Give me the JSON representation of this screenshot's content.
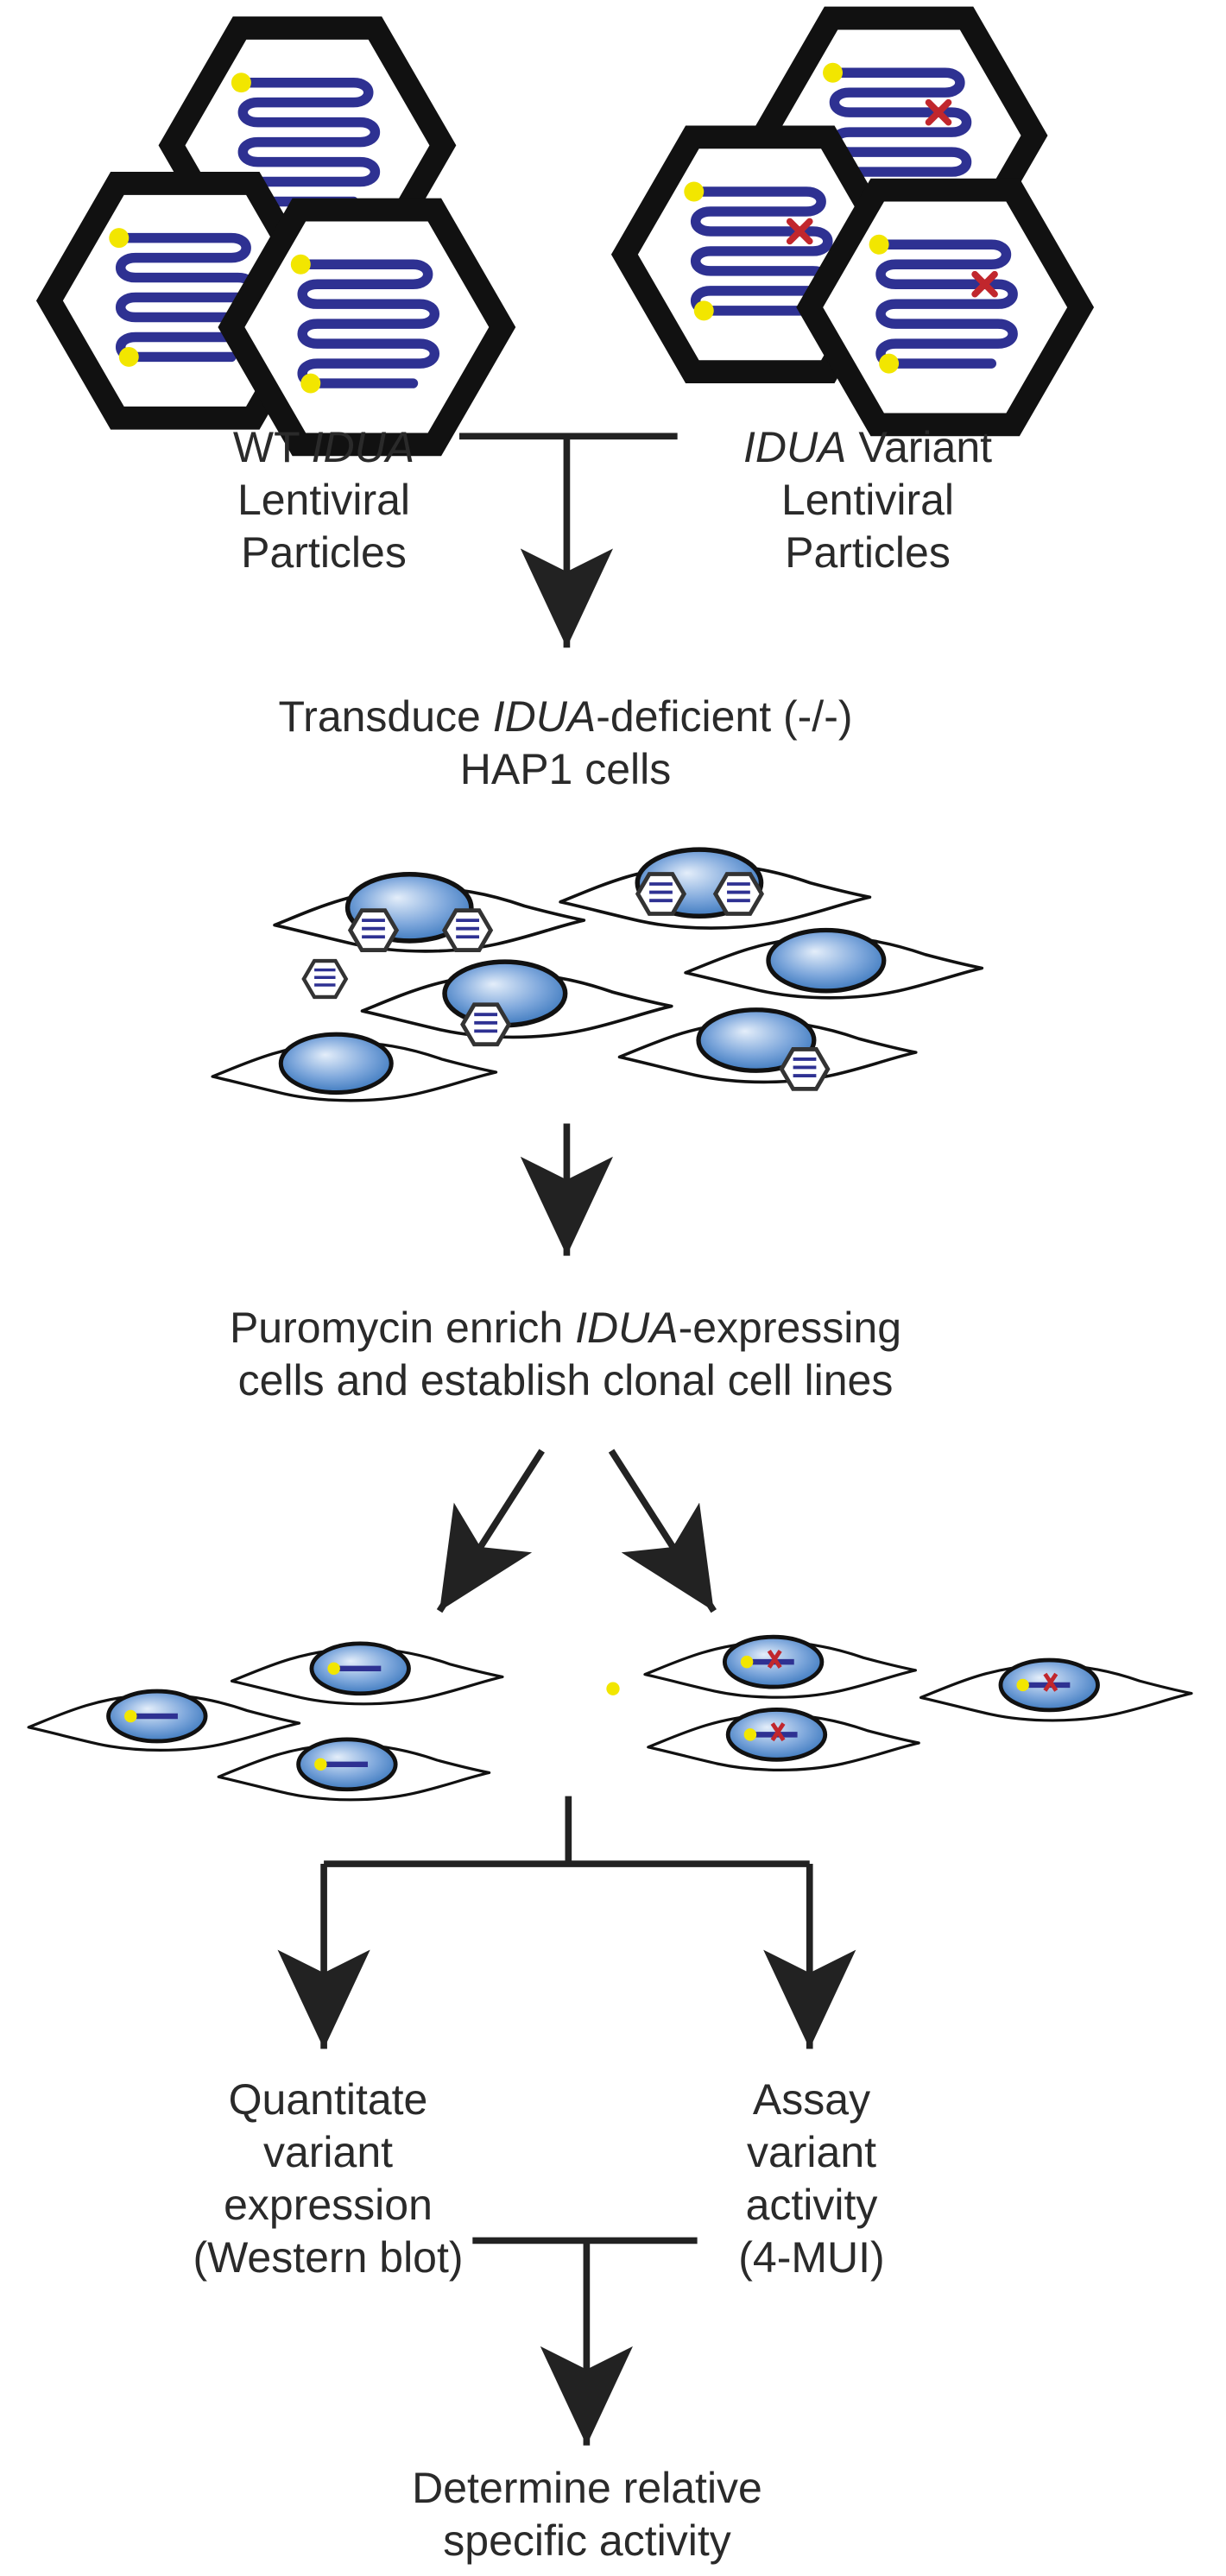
{
  "labels": {
    "wt_line1_prefix": "WT ",
    "wt_line1_gene": "IDUA",
    "wt_line2": "Lentiviral",
    "wt_line3": "Particles",
    "var_line1_gene": "IDUA",
    "var_line1_suffix": " Variant",
    "var_line2": "Lentiviral",
    "var_line3": "Particles",
    "transduce_pre": "Transduce ",
    "transduce_gene": "IDUA",
    "transduce_post": "-deficient (-/-)",
    "transduce_line2": "HAP1 cells",
    "puro_pre": "Puromycin enrich ",
    "puro_gene": "IDUA",
    "puro_post": "-expressing",
    "puro_line2": "cells and establish clonal cell lines",
    "quant_line1": "Quantitate",
    "quant_line2": "variant",
    "quant_line3": "expression",
    "quant_line4": "(Western blot)",
    "assay_line1": "Assay",
    "assay_line2": "variant",
    "assay_line3": "activity",
    "assay_line4": "(4-MUI)",
    "determine_line1": "Determine relative",
    "determine_line2": "specific activity"
  },
  "colors": {
    "line": "#222222",
    "dna": "#2e3192",
    "marker": "#f2e600",
    "mutation": "#c1272d",
    "nucleus_light": "#dce8f7",
    "nucleus_dark": "#2f6fb8"
  }
}
